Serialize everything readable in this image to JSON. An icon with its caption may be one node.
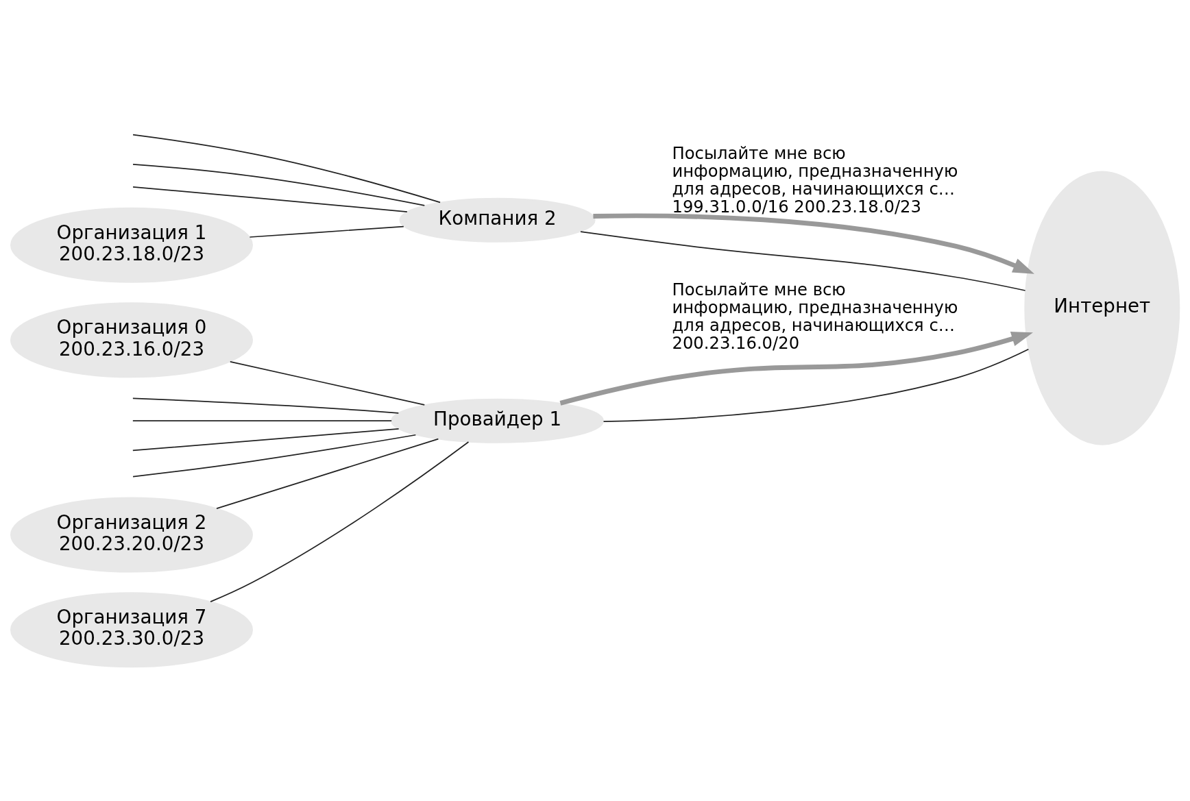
{
  "diagram": {
    "nodes": [
      {
        "text": [
          "Организация 0",
          "200.23.16.0/23"
        ]
      },
      {
        "text": [
          "Организация 2",
          "200.23.20.0/23"
        ]
      },
      {
        "text": [
          "Организация 7",
          "200.23.30.0/23"
        ]
      },
      {
        "text": [
          "Организация 1",
          "200.23.18.0/23"
        ]
      },
      {
        "text": [
          "Провайдер 1"
        ]
      },
      {
        "text": [
          "Компания 2"
        ]
      },
      {
        "text": [
          "Интернет"
        ]
      }
    ],
    "edges": [
      {
        "from": 0,
        "to": 4,
        "arrow": "none"
      },
      {
        "from": null,
        "to": 4,
        "arrow": "none"
      },
      {
        "from": 1,
        "to": 4,
        "arrow": "none"
      },
      {
        "from": null,
        "to": 4,
        "arrow": "none"
      },
      {
        "from": null,
        "to": 4,
        "arrow": "none"
      },
      {
        "from": null,
        "to": 4,
        "arrow": "none"
      },
      {
        "from": 2,
        "to": 4,
        "arrow": "none"
      },
      {
        "from": 4,
        "to": 6,
        "label": "Посылайте мне всю информацию, предназначенную для адресов, начинающихся с… 200.23.16.0/20",
        "arrow": "to",
        "style": "thick",
        "color": "#999999"
      },
      {
        "from": 4,
        "to": 6,
        "arrow": "none"
      },
      {
        "from": 3,
        "to": 5,
        "arrow": "none"
      },
      {
        "from": null,
        "to": 5,
        "arrow": "none"
      },
      {
        "from": null,
        "to": 5,
        "arrow": "none"
      },
      {
        "from": null,
        "to": 5,
        "arrow": "none"
      },
      {
        "from": 5,
        "to": 6,
        "label": "Посылайте мне всю информацию, предназначенную для адресов, начинающихся с… 199.31.0.0/16 200.23.18.0/23",
        "arrow": "to",
        "style": "thick",
        "color": "#999999"
      },
      {
        "from": 5,
        "to": 6,
        "arrow": "none"
      }
    ]
  }
}
